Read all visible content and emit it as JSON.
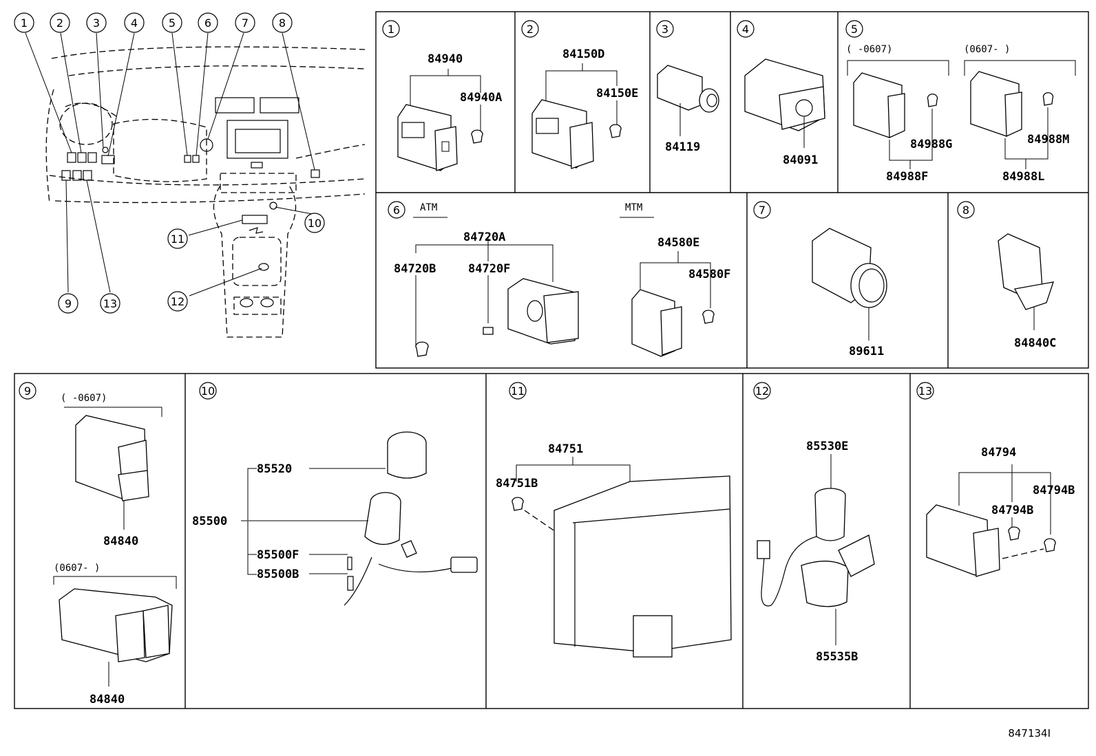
{
  "overview": {
    "callouts": [
      "1",
      "2",
      "3",
      "4",
      "5",
      "6",
      "7",
      "8",
      "9",
      "10",
      "11",
      "12",
      "13"
    ]
  },
  "panels": {
    "p1": {
      "num": "1",
      "parts": [
        "84940",
        "84940A"
      ]
    },
    "p2": {
      "num": "2",
      "parts": [
        "84150D",
        "84150E"
      ]
    },
    "p3": {
      "num": "3",
      "parts": [
        "84119"
      ]
    },
    "p4": {
      "num": "4",
      "parts": [
        "84091"
      ]
    },
    "p5": {
      "num": "5",
      "note_a": "(     -0607)",
      "note_b": "(0607-     )",
      "parts": [
        "84988G",
        "84988F",
        "84988M",
        "84988L"
      ]
    },
    "p6": {
      "num": "6",
      "label_atm": "ATM",
      "label_mtm": "MTM",
      "parts": [
        "84720A",
        "84720B",
        "84720F",
        "84580E",
        "84580F"
      ]
    },
    "p7": {
      "num": "7",
      "parts": [
        "89611"
      ]
    },
    "p8": {
      "num": "8",
      "parts": [
        "84840C"
      ]
    },
    "p9": {
      "num": "9",
      "note_a": "(     -0607)",
      "note_b": "(0607-     )",
      "parts": [
        "84840",
        "84840"
      ]
    },
    "p10": {
      "num": "10",
      "parts": [
        "85520",
        "85500",
        "85500F",
        "85500B"
      ]
    },
    "p11": {
      "num": "11",
      "parts": [
        "84751",
        "84751B"
      ]
    },
    "p12": {
      "num": "12",
      "parts": [
        "85530E",
        "85535B"
      ]
    },
    "p13": {
      "num": "13",
      "parts": [
        "84794",
        "84794B",
        "84794B"
      ]
    }
  },
  "reference_code": "847134I"
}
